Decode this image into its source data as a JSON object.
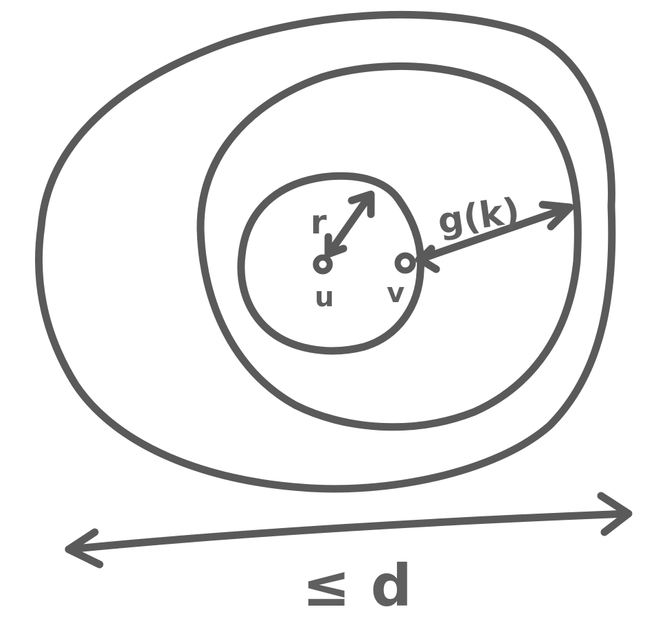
{
  "labels": {
    "radius_small": "r",
    "radius_large": "g(k)",
    "node_u": "u",
    "node_v": "v",
    "span": "≤ d"
  },
  "colors": {
    "outer_region": "#999999",
    "middle_region": "#f7dc64",
    "inner_region": "#33ccff",
    "outline": "#5a5a5a",
    "background": "#ffffff"
  }
}
